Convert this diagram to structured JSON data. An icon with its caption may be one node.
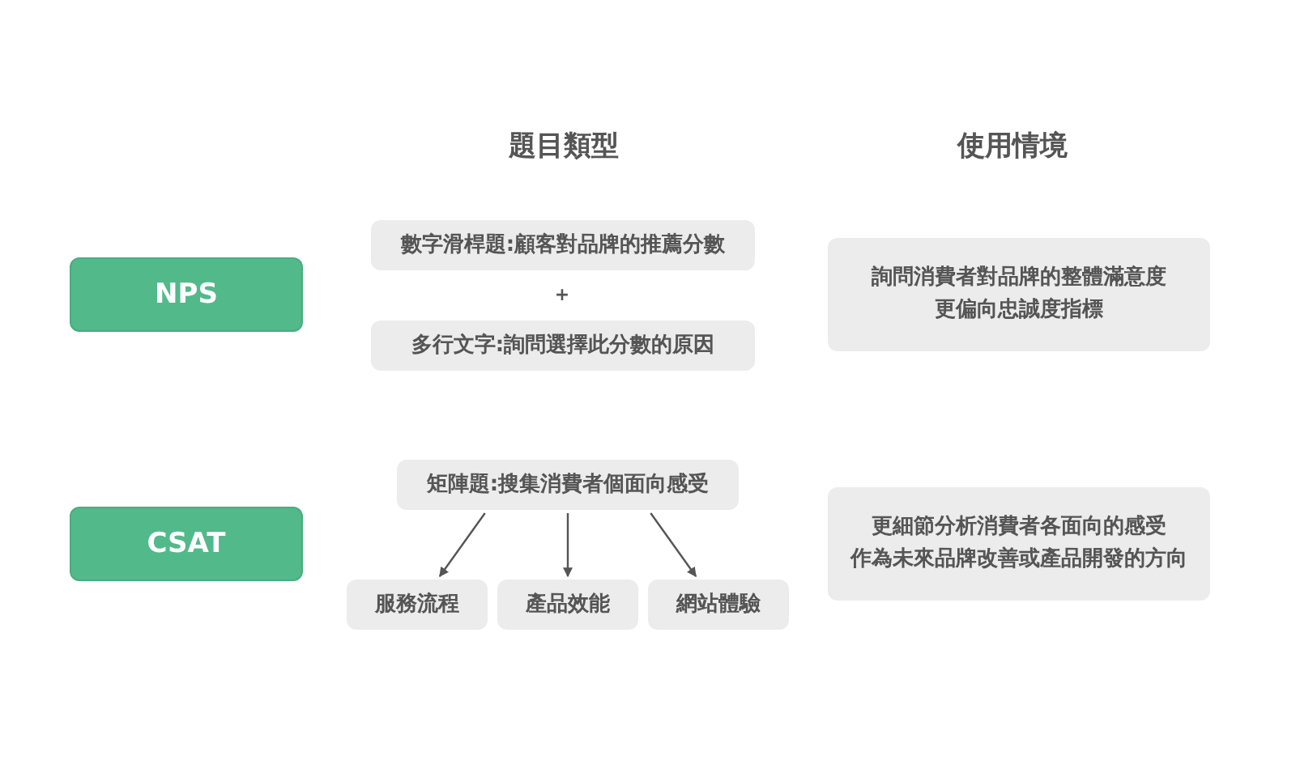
{
  "diagram": {
    "nodes": [
      {
        "text": [
          "NPS"
        ]
      },
      {
        "text": [
          "數字滑桿題:顧客對品牌的推薦分數"
        ]
      },
      {
        "text": [
          "多行文字:詢問選擇此分數的原因"
        ]
      },
      {
        "text": [
          "詢問消費者對品牌的整體滿意度更偏向忠誠度指標"
        ]
      },
      {
        "text": [
          "CSAT"
        ]
      },
      {
        "text": [
          "矩陣題:搜集消費者個面向感受"
        ]
      },
      {
        "text": [
          "服務流程"
        ]
      },
      {
        "text": [
          "產品效能"
        ]
      },
      {
        "text": [
          "網站體驗"
        ]
      },
      {
        "text": [
          "更細節分析消費者各面向的感受作為未來品牌改善或產品開發的方向"
        ]
      }
    ],
    "edges": [
      {
        "from": 5,
        "to": 6,
        "arrow": "to"
      },
      {
        "from": 5,
        "to": 7,
        "arrow": "to"
      },
      {
        "from": 5,
        "to": 8,
        "arrow": "to"
      }
    ],
    "labels": [
      "題目類型",
      "使用情境",
      "+"
    ]
  }
}
